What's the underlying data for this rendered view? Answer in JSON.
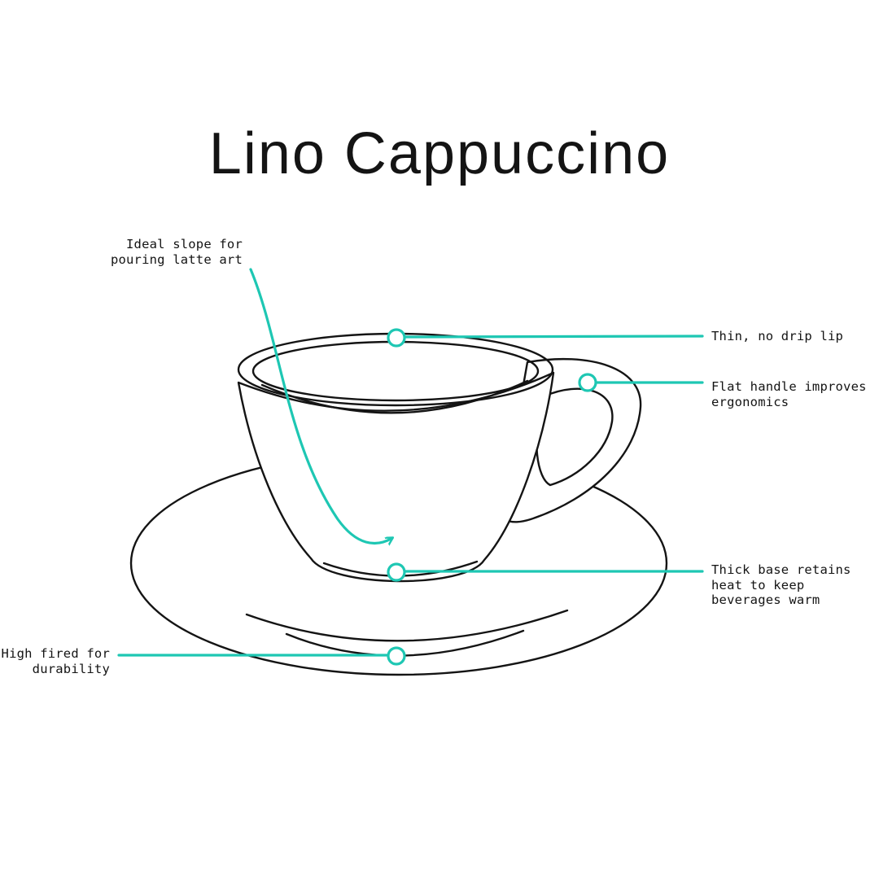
{
  "title": "Lino Cappuccino",
  "colors": {
    "accent": "#1ec7b3",
    "ink": "#141414",
    "background": "#ffffff"
  },
  "annotations": {
    "ideal_slope": {
      "label": "Ideal slope for\npouring latte art"
    },
    "thin_lip": {
      "label": "Thin, no drip lip"
    },
    "flat_handle": {
      "label": "Flat handle improves\nergonomics"
    },
    "thick_base": {
      "label": "Thick base retains\nheat to keep\nbeverages warm"
    },
    "high_fired": {
      "label": "High fired for\ndurability"
    }
  }
}
